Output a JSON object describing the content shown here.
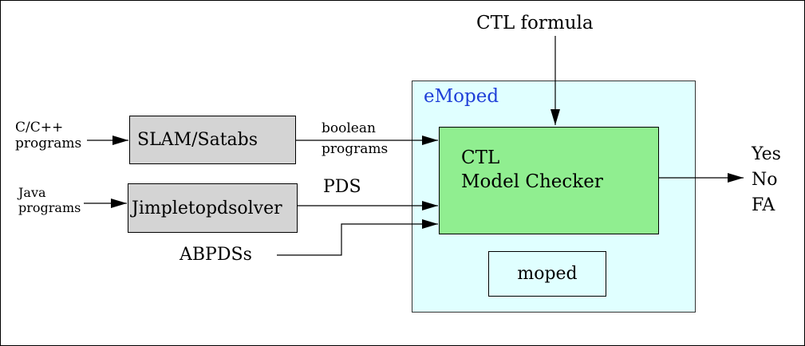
{
  "formula_label": "CTL formula",
  "emoped": {
    "title": "eMoped",
    "title_color": "#1f3fd8",
    "fill": "#e0ffff"
  },
  "checker": {
    "line1": "CTL",
    "line2": "Model Checker",
    "fill": "#90ee90"
  },
  "moped_label": "moped",
  "tools": {
    "slam": "SLAM/Satabs",
    "jimple": "Jimpletopdsolver",
    "fill": "#d4d4d4"
  },
  "inputs": {
    "c_programs": {
      "line1": "C/C++",
      "line2": "programs"
    },
    "java_programs": {
      "line1": "Java",
      "line2": "programs"
    },
    "abpdss": "ABPDSs"
  },
  "edges": {
    "boolean_line1": "boolean",
    "boolean_line2": "programs",
    "pds": "PDS"
  },
  "results": [
    "Yes",
    "No",
    "FA"
  ]
}
